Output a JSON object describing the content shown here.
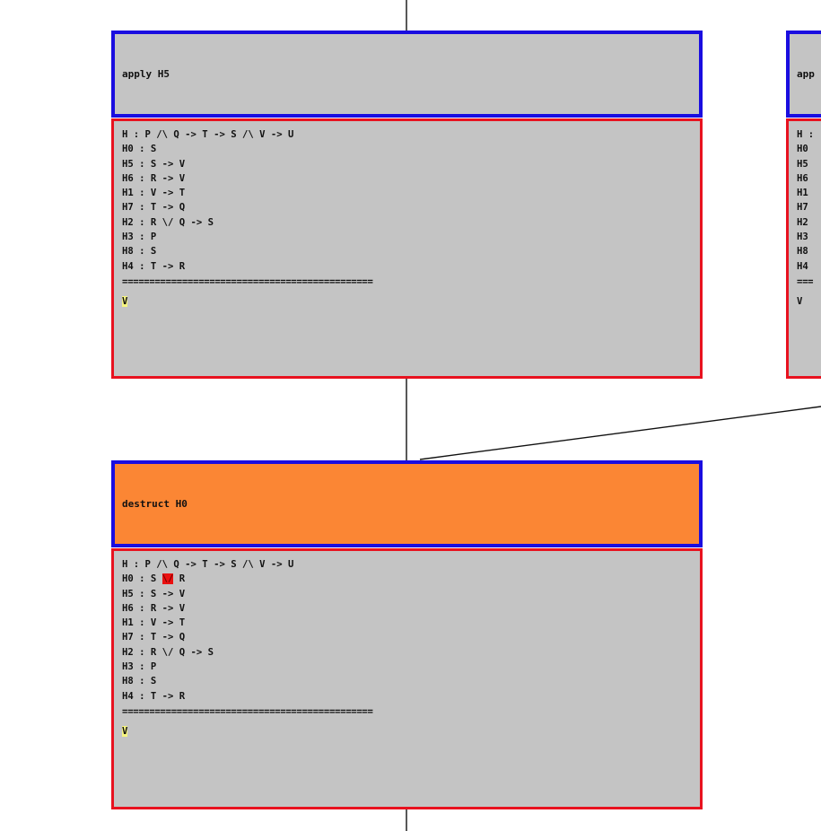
{
  "nodes": [
    {
      "tactic": "apply H5",
      "tactic_color": "#c4c4c4",
      "hypotheses": [
        {
          "name": "H",
          "type": "P /\\ Q -> T -> S /\\ V -> U"
        },
        {
          "name": "H0",
          "type": "S"
        },
        {
          "name": "H5",
          "type": "S -> V"
        },
        {
          "name": "H6",
          "type": "R -> V"
        },
        {
          "name": "H1",
          "type": "V -> T"
        },
        {
          "name": "H7",
          "type": "T -> Q"
        },
        {
          "name": "H2",
          "type": "R \\/ Q -> S"
        },
        {
          "name": "H3",
          "type": "P"
        },
        {
          "name": "H8",
          "type": "S"
        },
        {
          "name": "H4",
          "type": "T -> R"
        }
      ],
      "separator": "==============================================",
      "conclusion": "V"
    },
    {
      "tactic": "app",
      "tactic_color": "#c4c4c4",
      "hypotheses": [
        {
          "name": "H :",
          "type": ""
        },
        {
          "name": "H0",
          "type": ""
        },
        {
          "name": "H5",
          "type": ""
        },
        {
          "name": "H6",
          "type": ""
        },
        {
          "name": "H1",
          "type": ""
        },
        {
          "name": "H7",
          "type": ""
        },
        {
          "name": "H2",
          "type": ""
        },
        {
          "name": "H3",
          "type": ""
        },
        {
          "name": "H8",
          "type": ""
        },
        {
          "name": "H4",
          "type": ""
        }
      ],
      "separator": "===",
      "conclusion": "V"
    },
    {
      "tactic": "destruct H0",
      "tactic_color": "#fb8634",
      "hypotheses": [
        {
          "name": "H",
          "type": "P /\\ Q -> T -> S /\\ V -> U"
        },
        {
          "name": "H0",
          "type": "S \\/ R"
        },
        {
          "name": "H5",
          "type": "S -> V"
        },
        {
          "name": "H6",
          "type": "R -> V"
        },
        {
          "name": "H1",
          "type": "V -> T"
        },
        {
          "name": "H7",
          "type": "T -> Q"
        },
        {
          "name": "H2",
          "type": "R \\/ Q -> S"
        },
        {
          "name": "H3",
          "type": "P"
        },
        {
          "name": "H8",
          "type": "S"
        },
        {
          "name": "H4",
          "type": "T -> R"
        }
      ],
      "separator": "==============================================",
      "conclusion": "V"
    }
  ],
  "highlight_colors": {
    "conclusion": "#f6f580",
    "changed": "#ea1010"
  }
}
